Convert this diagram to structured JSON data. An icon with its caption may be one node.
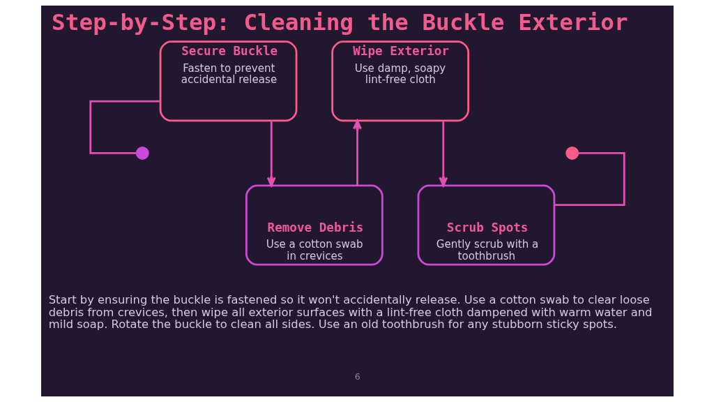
{
  "diagram": {
    "title": "Step-by-Step: Cleaning the Buckle Exterior",
    "nodes": [
      {
        "text": [],
        "shape": "circle"
      },
      {
        "text": [
          "Secure Buckle",
          "Fasten to prevent accidental release"
        ]
      },
      {
        "text": [
          "Remove Debris",
          "Use a cotton swab in crevices"
        ]
      },
      {
        "text": [
          "Wipe Exterior",
          "Use damp, soapy lint-free cloth"
        ]
      },
      {
        "text": [
          "Scrub Spots",
          "Gently scrub with a toothbrush"
        ]
      },
      {
        "text": [],
        "shape": "circle"
      }
    ],
    "edges": [
      {
        "from": 0,
        "to": 1,
        "arrow": "none"
      },
      {
        "from": 1,
        "to": 2,
        "arrow": "to"
      },
      {
        "from": 2,
        "to": 3,
        "arrow": "to"
      },
      {
        "from": 3,
        "to": 4,
        "arrow": "to"
      },
      {
        "from": 4,
        "to": 5,
        "arrow": "none"
      }
    ],
    "labels": [
      "Start by ensuring the buckle is fastened so it won't accidentally release. Use a cotton swab to clear loose debris from crevices, then wipe all exterior surfaces with a lint-free cloth dampened with warm water and mild soap. Rotate the buckle to clean all sides. Use an old toothbrush for any stubborn sticky spots.",
      "6"
    ]
  }
}
